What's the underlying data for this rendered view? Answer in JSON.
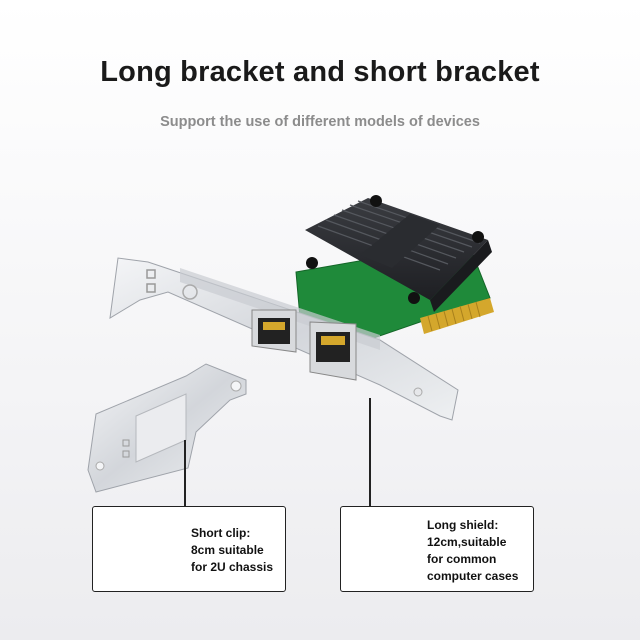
{
  "heading": {
    "title": "Long bracket and short bracket",
    "subtitle": "Support the use of different models of devices"
  },
  "left_callout": {
    "text": "Short clip:\n8cm suitable\nfor 2U chassis",
    "image": "mini-pc-image"
  },
  "right_callout": {
    "text": "Long shield:\n12cm,suitable\nfor common\ncomputer cases",
    "image": "tower-pc-image"
  },
  "colors": {
    "heatsink": "#2b2d31",
    "pcb": "#1f8a3a",
    "bracket": "#d9dbe0",
    "gold_fingers": "#d4a72c"
  }
}
